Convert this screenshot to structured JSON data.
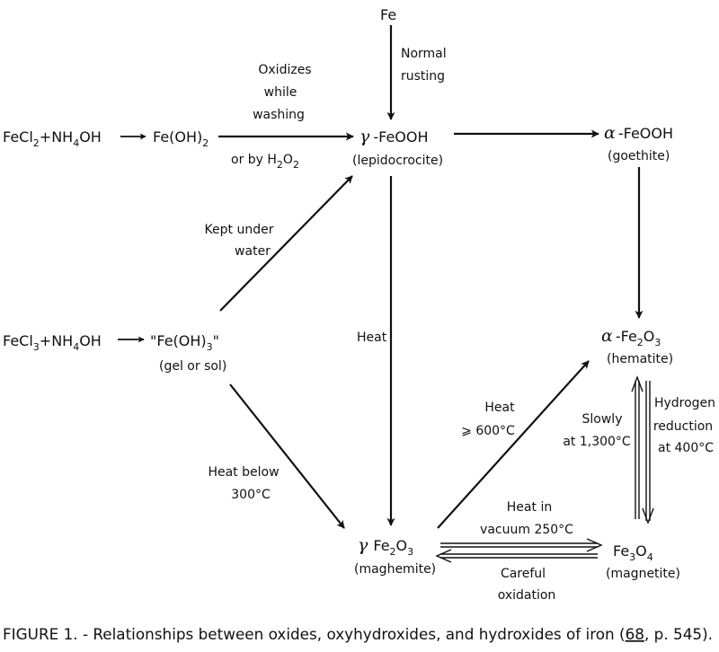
{
  "nodes": {
    "fe_top": "Fe",
    "fecl2_base": "FeCl",
    "fecl2_sub": "2",
    "fecl2_plus": "+NH",
    "fecl2_sub4": "4",
    "fecl2_oh": "OH",
    "feoh2_base": "Fe(OH)",
    "feoh2_sub": "2",
    "gamma_symbol": "γ",
    "gamma_feooh": "-FeOOH",
    "lepidocrocite": "(lepidocrocite)",
    "alpha_symbol": "α",
    "alpha_feooh": "-FeOOH",
    "goethite": "(goethite)",
    "fecl3_base": "FeCl",
    "fecl3_sub": "3",
    "fecl3_plus": "+NH",
    "fecl3_sub4": "4",
    "fecl3_oh": "OH",
    "feoh3_base": "\"Fe(OH)",
    "feoh3_sub": "3",
    "feoh3_end": "\"",
    "gel_or_sol": "(gel or sol)",
    "alpha_fe2o3_a": "-Fe",
    "alpha_fe2o3_sub2": "2",
    "alpha_fe2o3_o": "O",
    "alpha_fe2o3_sub3": "3",
    "hematite": "(hematite)",
    "gamma_fe2o3_a": "Fe",
    "gamma_fe2o3_sub2": "2",
    "gamma_fe2o3_o": "O",
    "gamma_fe2o3_sub3": "3",
    "maghemite": "(maghemite)",
    "fe3o4_a": "Fe",
    "fe3o4_sub3": "3",
    "fe3o4_o": "O",
    "fe3o4_sub4": "4",
    "magnetite": "(magnetite)"
  },
  "labels": {
    "normal": "Normal",
    "rusting": "rusting",
    "oxidizes": "Oxidizes",
    "while": "while",
    "washing": "washing",
    "or_by": "or by H",
    "h2o2_sub2a": "2",
    "h2o2_o": "O",
    "h2o2_sub2b": "2",
    "kept_under": "Kept under",
    "water": "water",
    "heat_mid": "Heat",
    "heat_below": "Heat below",
    "temp_300": "300°C",
    "heat_600_a": "Heat",
    "heat_600_b": "⩾ 600°C",
    "slowly": "Slowly",
    "at_1300": "at 1,300°C",
    "hydrogen": "Hydrogen",
    "reduction": "reduction",
    "at_400": "at 400°C",
    "heat_in": "Heat in",
    "vacuum_250": "vacuum 250°C",
    "careful": "Careful",
    "oxidation": "oxidation"
  },
  "caption": {
    "prefix": "FIGURE 1. - Relationships between oxides, oxyhydroxides, and hydroxides of iron (",
    "ref": "68",
    "suffix": ", p. 545)."
  }
}
